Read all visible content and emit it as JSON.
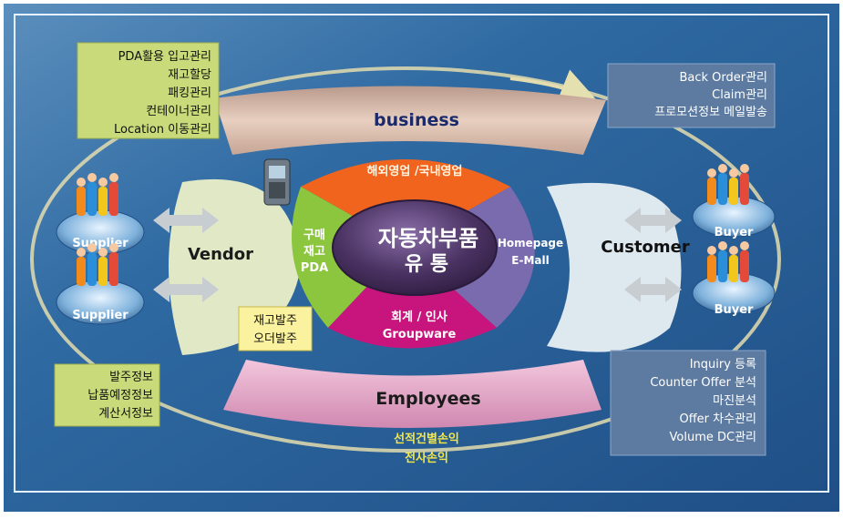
{
  "colors": {
    "background": "#2c6aa0",
    "frame": "#d8ecff",
    "top_left_box": "#c8da7a",
    "bottom_left_box": "#c8da7a",
    "right_box": "#5d7ba0",
    "orange": "#f0641e",
    "green": "#8cc63e",
    "purple": "#7a6aae",
    "magenta": "#c8157d",
    "band": "#d8b9a8",
    "employees_band": "#e2a8c8",
    "customer_wing": "#dbe7ee",
    "vendor_wing": "#dde6c8"
  },
  "top_left_box": {
    "lines": [
      "PDA활용 입고관리",
      "재고할당",
      "패킹관리",
      "컨테이너관리",
      "Location 이동관리"
    ]
  },
  "top_right_box": {
    "lines": [
      "Back Order관리",
      "Claim관리",
      "프로모션정보 메일발송"
    ]
  },
  "bottom_left_box": {
    "lines": [
      "발주정보",
      "납품예정정보",
      "계산서정보"
    ]
  },
  "bottom_right_box": {
    "lines": [
      "Inquiry 등록",
      "Counter Offer 분석",
      "마진분석",
      "Offer 차수관리",
      "Volume DC관리"
    ]
  },
  "bottom_center": {
    "lines": [
      "선적건별손익",
      "전사손익"
    ]
  },
  "mid_left_box": {
    "lines": [
      "재고발주",
      "오더발주"
    ]
  },
  "bands": {
    "business": "business",
    "employees": "Employees",
    "vendor": "Vendor",
    "customer": "Customer"
  },
  "segments": {
    "top": "해외영업 /국내영업",
    "left": [
      "구매",
      "재고",
      "PDA"
    ],
    "right": [
      "Homepage",
      "E-Mall"
    ],
    "bottom": [
      "회계 / 인사",
      "Groupware"
    ]
  },
  "center": {
    "lines": [
      "자동차부품",
      "유 통"
    ]
  },
  "nodes": {
    "supplier_1": "Supplier",
    "supplier_2": "Supplier",
    "buyer_1": "Buyer",
    "buyer_2": "Buyer"
  }
}
